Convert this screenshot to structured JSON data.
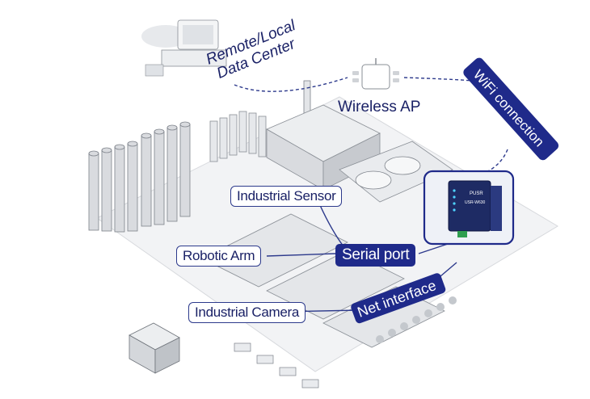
{
  "labels": {
    "data_center_line1": "Remote/Local",
    "data_center_line2": "Data Center",
    "wireless_ap": "Wireless AP",
    "wifi_connection": "WiFi connection",
    "industrial_sensor": "Industrial Sensor",
    "robotic_arm": "Robotic Arm",
    "serial_port": "Serial port",
    "industrial_camera": "Industrial Camera",
    "net_interface": "Net interface"
  },
  "device": {
    "brand": "PUSR",
    "model": "USR-W630"
  },
  "colors": {
    "accent": "#1f2a8a",
    "link": "#2d3a8c",
    "building": "#c9ccd1",
    "building_dark": "#8f949b"
  }
}
